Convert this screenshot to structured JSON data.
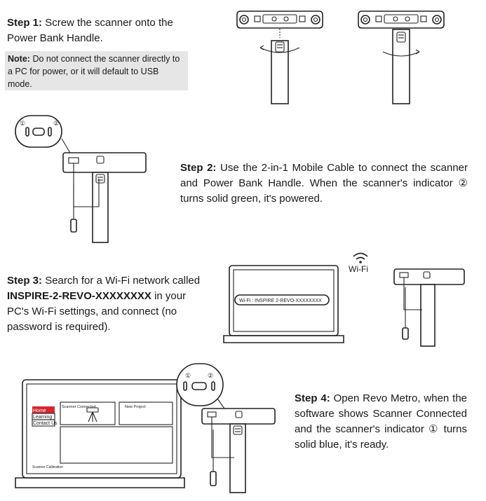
{
  "step1": {
    "label": "Step 1:",
    "text": "Screw the scanner onto the Power Bank Handle.",
    "note_label": "Note:",
    "note_text": "Do not connect the scanner directly to a PC for power, or it will default to USB mode."
  },
  "step2": {
    "label": "Step 2:",
    "text": "Use the 2-in-1 Mobile Cable to connect the scanner and Power Bank Handle. When the scanner's indicator ② turns solid green, it's powered.",
    "marker_1": "①",
    "marker_2": "②"
  },
  "step3": {
    "label": "Step 3:",
    "text_before": "Search for a Wi-Fi network called",
    "network": "INSPIRE-2-REVO-XXXXXXXX",
    "text_after": "in your PC's Wi-Fi settings, and connect (no password is required).",
    "wifi_label": "Wi-Fi",
    "screen_text": "Wi-Fi : INSPIRE 2-REVO-XXXXXXXX"
  },
  "step4": {
    "label": "Step 4:",
    "text": "Open Revo Metro, when the software shows Scanner Connected and the scanner's indicator ① turns solid blue, it's ready.",
    "marker_1": "①",
    "marker_2": "②",
    "app": {
      "menu": [
        "Home",
        "Learning",
        "Contact Us"
      ],
      "scanner_connected": "Scanner Connected",
      "new_project": "New Project",
      "footer": "Scanner Calibration"
    }
  },
  "colors": {
    "accent_red": "#d7262f",
    "note_bg": "#e6e6e6",
    "text": "#1a1a1a"
  }
}
